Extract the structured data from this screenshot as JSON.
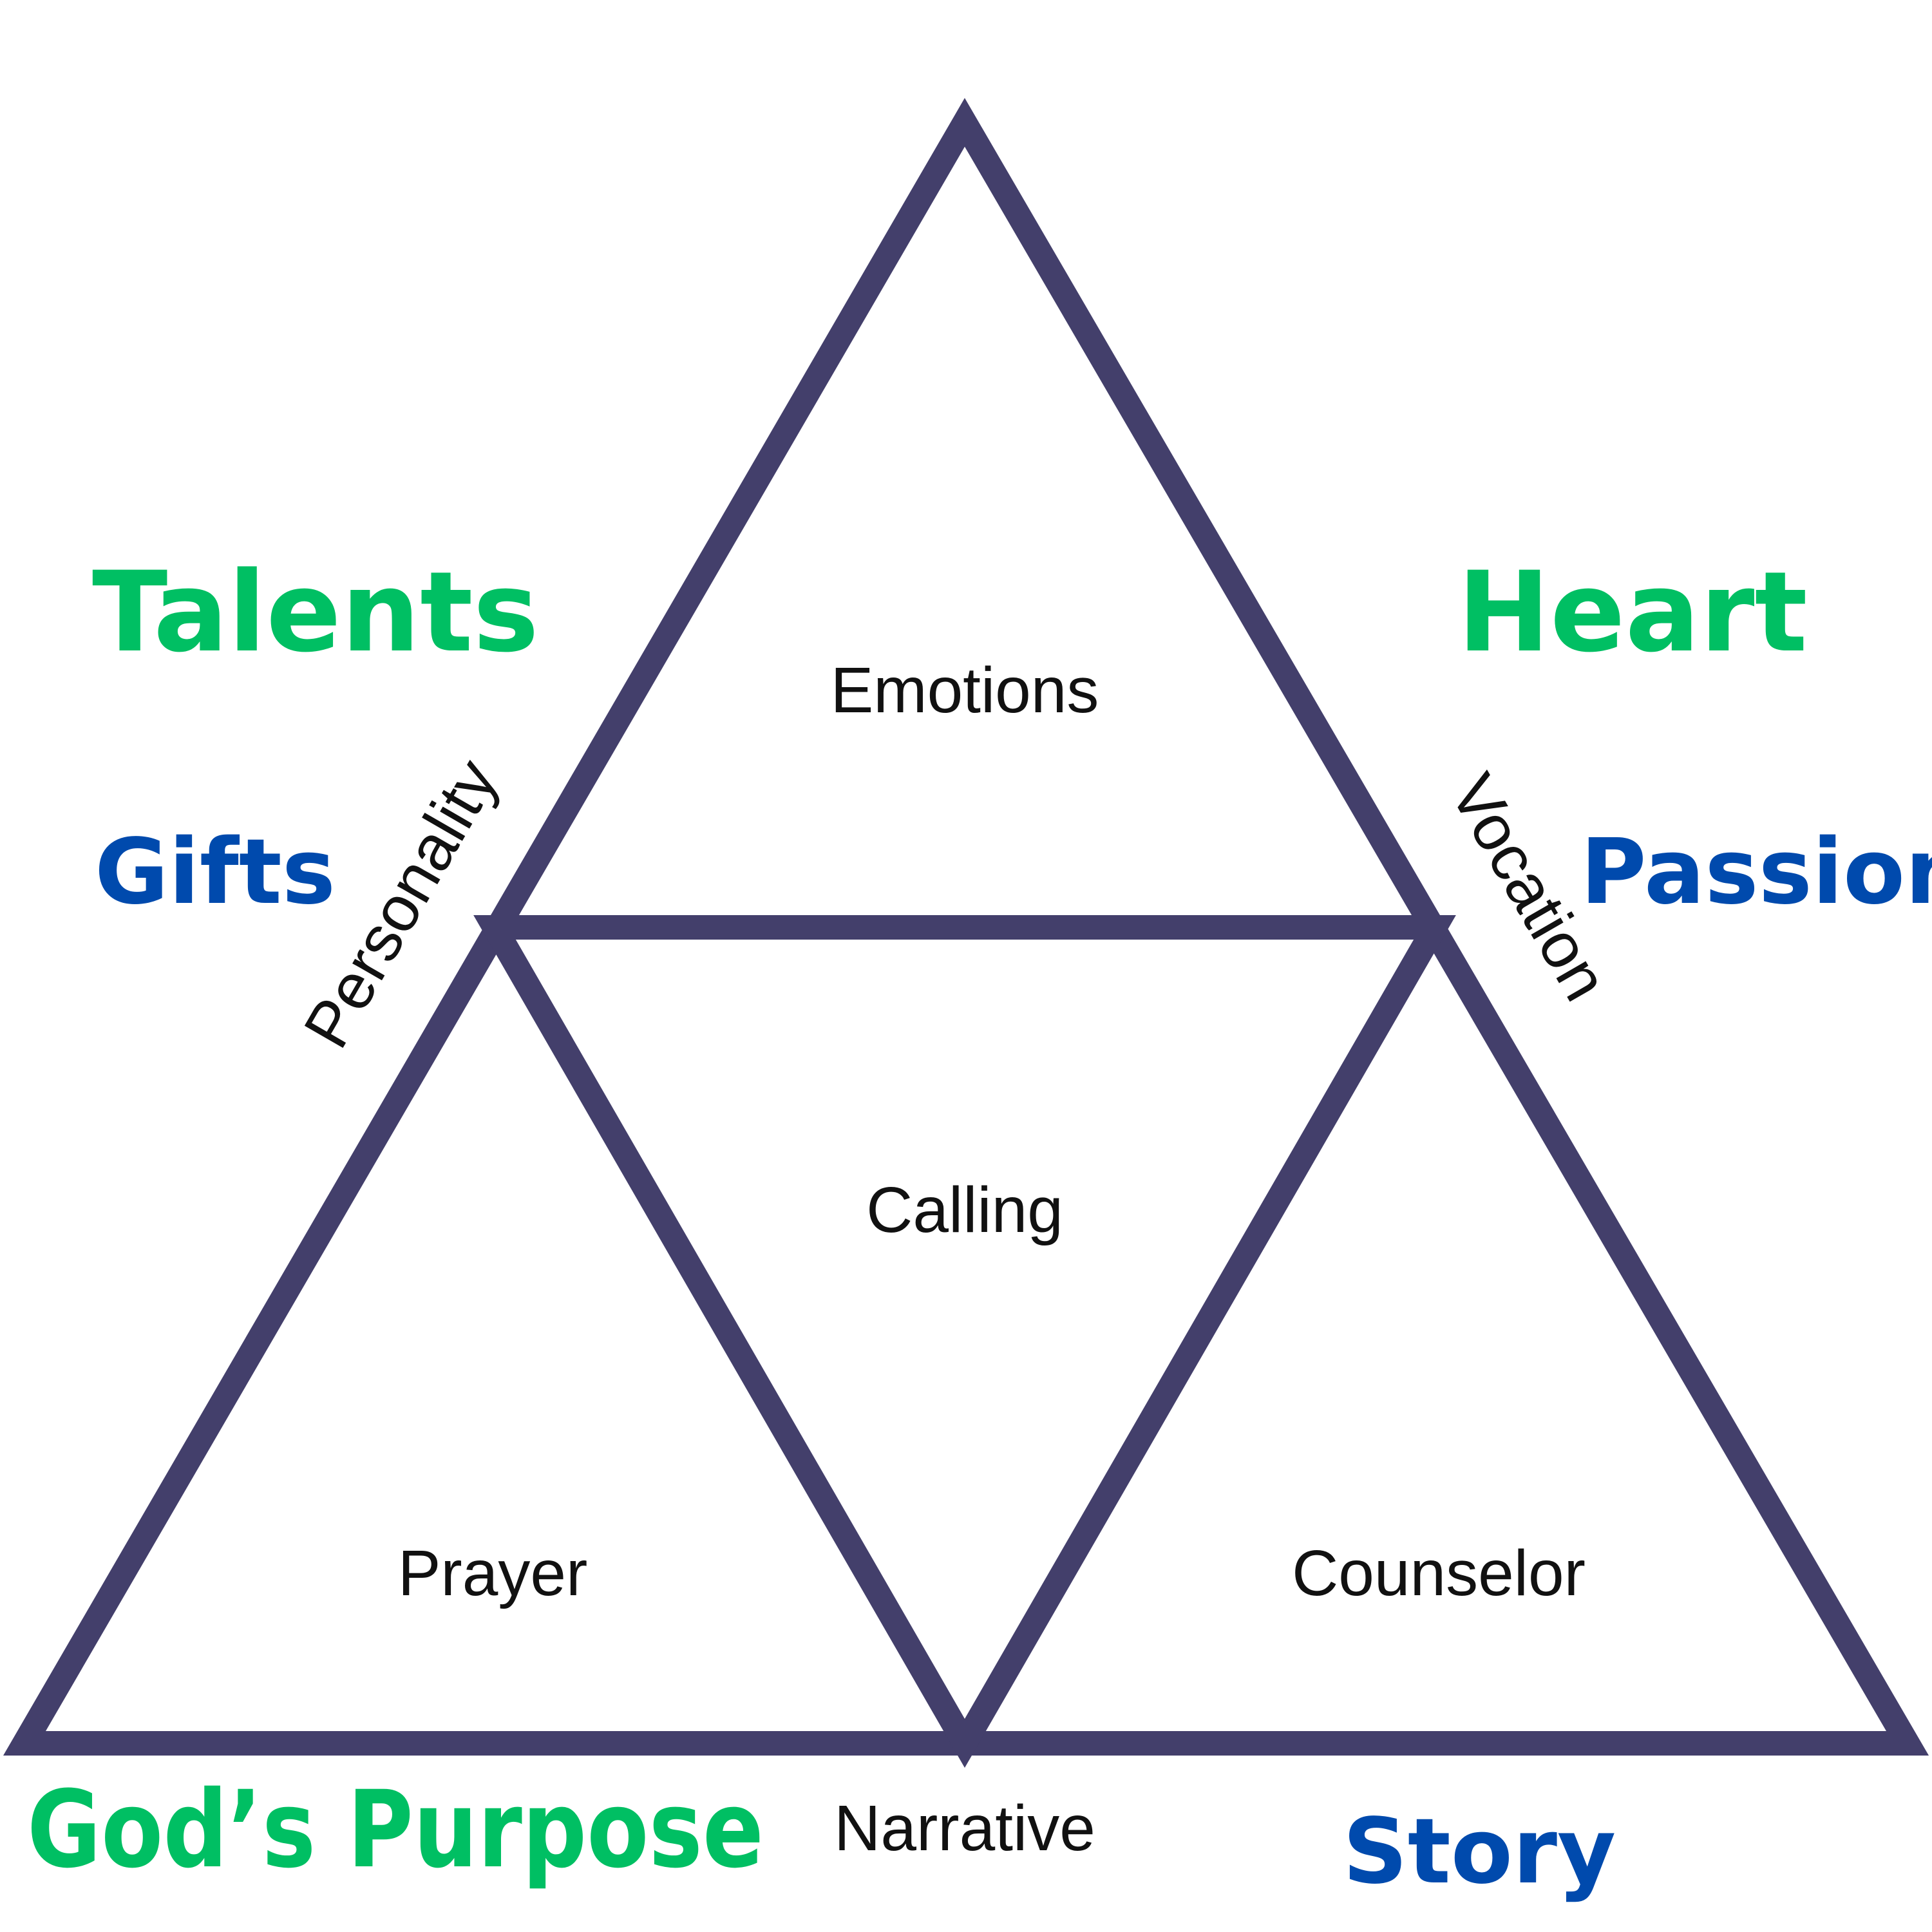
{
  "colors": {
    "stroke": "#433F6B",
    "green": "#00BF63",
    "blue": "#004AAD"
  },
  "sections": {
    "top": "Emotions",
    "center": "Calling",
    "bottom_left": "Prayer",
    "bottom_right": "Counselor"
  },
  "edges": {
    "left": "Personality",
    "right": "Vocation",
    "bottom": "Narrative"
  },
  "outer_labels": {
    "left_primary": "Talents",
    "left_secondary": "Gifts",
    "right_primary": "Heart",
    "right_secondary": "Passion",
    "bottom_primary": "God’s Purpose",
    "bottom_secondary": "Story"
  }
}
